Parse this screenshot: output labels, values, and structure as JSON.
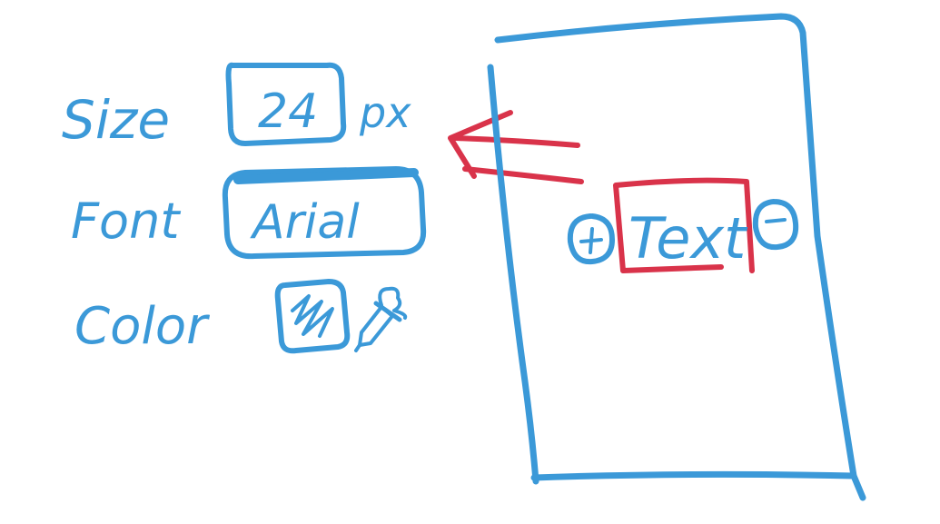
{
  "colors": {
    "ink": "#3b99d8",
    "highlight": "#d9334a",
    "background": "#ffffff"
  },
  "panel": {
    "size": {
      "label": "Size",
      "value": "24",
      "unit": "px"
    },
    "font": {
      "label": "Font",
      "value": "Arial"
    },
    "color": {
      "label": "Color",
      "swatch_icon": "color-swatch-icon",
      "picker_icon": "eyedropper-icon"
    }
  },
  "canvas": {
    "text_element": "Text",
    "increase_icon": "plus-circle-icon",
    "decrease_icon": "minus-circle-icon",
    "arrow_icon": "left-arrow-icon"
  }
}
